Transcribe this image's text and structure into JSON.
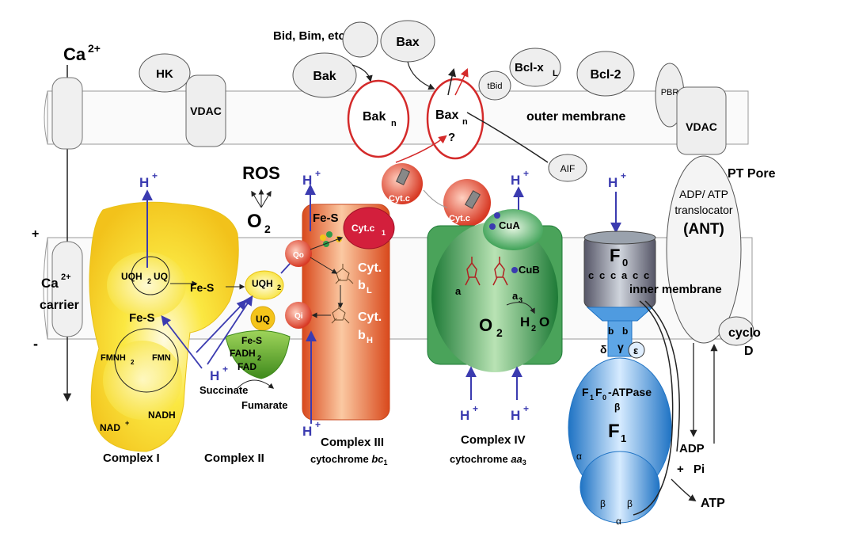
{
  "labels": {
    "ca": "Ca",
    "ca_sup": "2+",
    "hk": "HK",
    "vdac": "VDAC",
    "bid_bim": "Bid, Bim, etc.",
    "bax": "Bax",
    "bak": "Bak",
    "bak_n": "Bak",
    "bax_n": "Bax",
    "n_sub": "n",
    "question": "?",
    "tbid": "tBid",
    "bclxl": "Bcl-x",
    "l_sub": "L",
    "bcl2": "Bcl-2",
    "outer_membrane": "outer membrane",
    "pbr": "PBR",
    "aif": "AIF",
    "pt_pore": "PT Pore",
    "adp_atp": "ADP/ ATP",
    "translocator": "translocator",
    "ant": "(ANT)",
    "ros": "ROS",
    "o2": "O",
    "o2_sub": "2",
    "hplus": "H",
    "plus_sup": "+",
    "plus_sign": "+",
    "minus_sign": "-",
    "ca_carrier_top": "Ca",
    "ca_carrier_bottom": "carrier",
    "uqh": "UQH",
    "h2_sub": "2",
    "uq": "UQ",
    "fes": "Fe-S",
    "fmnh": "FMNH",
    "fmn": "FMN",
    "nadh": "NADH",
    "nad": "NAD",
    "fadh": "FADH",
    "fad": "FAD",
    "succinate": "Succinate",
    "fumarate": "Fumarate",
    "cytc": "Cyt.c",
    "cytc1": "Cyt.c",
    "one_sub": "1",
    "qo": "Qo",
    "qi": "Qi",
    "cyt": "Cyt.",
    "bl": "b",
    "l_low": "L",
    "bh": "b",
    "h_low": "H",
    "cua": "CuA",
    "cub": "CuB",
    "a": "a",
    "a3": "a",
    "three_sub": "3",
    "h2o_h": "H",
    "h2o_o": "O",
    "f0": "F",
    "zero_sub": "0",
    "c": "c",
    "inner_membrane": "inner membrane",
    "cyclo": "cyclo",
    "d": "D",
    "b": "b",
    "delta": "δ",
    "gamma": "γ",
    "epsilon": "ε",
    "f1f0_atpase_f": "F",
    "f1f0_atpase_rest": "-ATPase",
    "f1": "F",
    "alpha": "α",
    "beta": "β",
    "adp": "ADP",
    "pi": "Pi",
    "atp": "ATP",
    "complex1": "Complex   I",
    "complex2": "Complex   II",
    "complex3": "Complex   III",
    "complex3_sub": "cytochrome ",
    "complex3_sub_it": "bc",
    "complex4": "Complex   IV",
    "complex4_sub": "cytochrome ",
    "complex4_sub_it": "aa"
  },
  "colors": {
    "proton": "#3b3bb0",
    "complex1": "#f4e21a",
    "complex2": "#6fae2e",
    "complex3": "#e8632a",
    "complex4": "#2f9a4a",
    "atpase": "#2f8fd8",
    "bax_ring": "#d42a2a"
  }
}
